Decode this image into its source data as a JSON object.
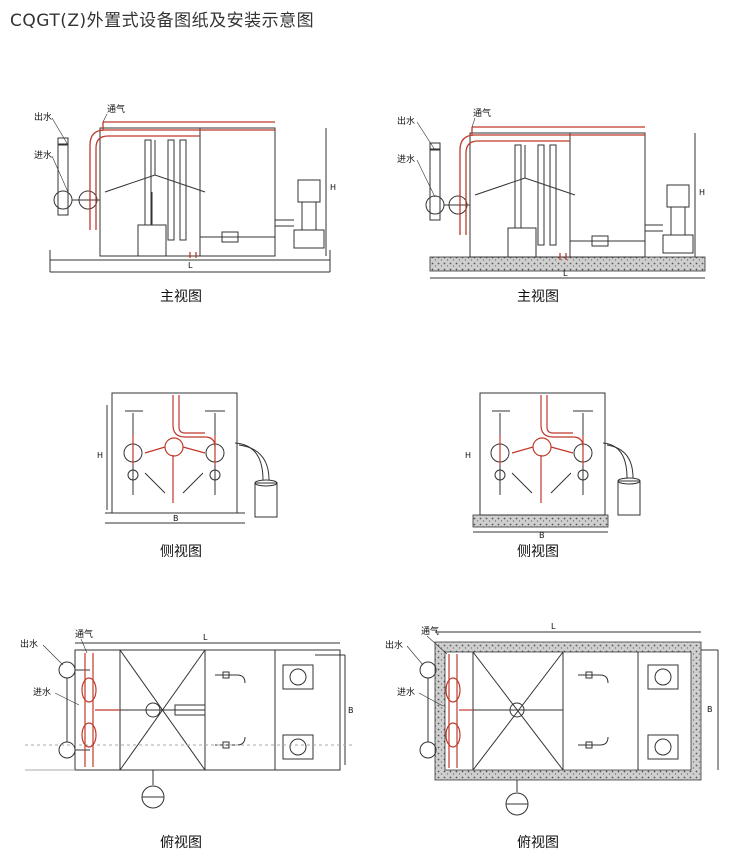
{
  "page": {
    "title": "CQGT(Z)外置式设备图纸及安装示意图"
  },
  "labels": {
    "outlet": "出水",
    "inlet": "进水",
    "vent": "通气",
    "H": "H",
    "L": "L",
    "B": "B"
  },
  "captions": {
    "front_left": "主视图",
    "front_right": "主视图",
    "side_left": "侧视图",
    "side_right": "侧视图",
    "top_left": "俯视图",
    "top_right": "俯视图"
  },
  "colors": {
    "line": "#333333",
    "pipe_red": "#c0392b",
    "concrete": "#8a8a8a"
  }
}
